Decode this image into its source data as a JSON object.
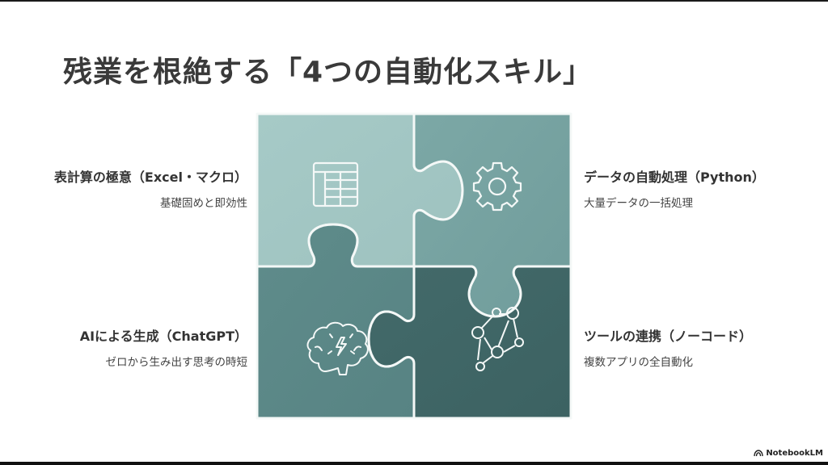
{
  "slide": {
    "title": "残業を根絶する「4つの自動化スキル」"
  },
  "pieces": [
    {
      "position": "top-left",
      "icon": "spreadsheet-icon",
      "color": "#A2C6C3",
      "heading": "表計算の極意（Excel・マクロ）",
      "sub": "基礎固めと即効性"
    },
    {
      "position": "top-right",
      "icon": "gear-icon",
      "color": "#76A2A1",
      "heading": "データの自動処理（Python）",
      "sub": "大量データの一括処理"
    },
    {
      "position": "bottom-left",
      "icon": "brain-lightning-icon",
      "color": "#5B8787",
      "heading": "AIによる生成（ChatGPT）",
      "sub": "ゼロから生み出す思考の時短"
    },
    {
      "position": "bottom-right",
      "icon": "network-nodes-icon",
      "color": "#3F6666",
      "heading": "ツールの連携（ノーコード）",
      "sub": "複数アプリの全自動化"
    }
  ],
  "colors": {
    "outline": "#F4F8F7",
    "title_text": "#3A3A3A"
  },
  "branding": {
    "label": "NotebookLM"
  }
}
